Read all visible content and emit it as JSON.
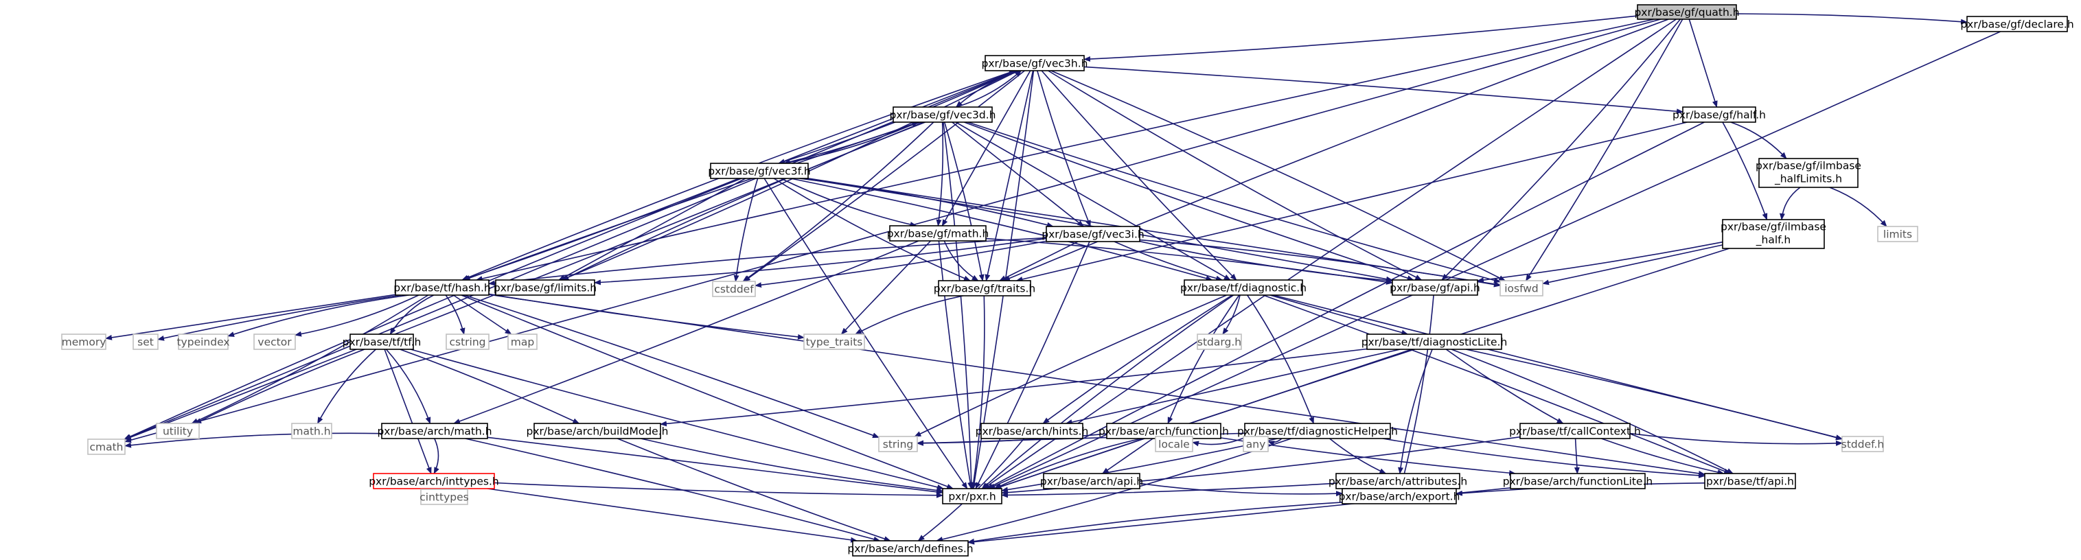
{
  "graph": {
    "colors": {
      "edge": "#191970",
      "root_fill": "#bfbfbf",
      "ext_border": "#c0c0c0",
      "red_border": "#ff0000"
    },
    "nodes": [
      {
        "id": "quath",
        "label": "pxr/base/gf/quath.h",
        "kind": "root"
      },
      {
        "id": "vec3h",
        "label": "pxr/base/gf/vec3h.h",
        "kind": "file"
      },
      {
        "id": "declare",
        "label": "pxr/base/gf/declare.h",
        "kind": "file"
      },
      {
        "id": "vec3d",
        "label": "pxr/base/gf/vec3d.h",
        "kind": "file"
      },
      {
        "id": "half",
        "label": "pxr/base/gf/half.h",
        "kind": "file"
      },
      {
        "id": "vec3f",
        "label": "pxr/base/gf/vec3f.h",
        "kind": "file"
      },
      {
        "id": "ilmlimits",
        "label": [
          "pxr/base/gf/ilmbase",
          "_halfLimits.h"
        ],
        "kind": "file"
      },
      {
        "id": "gfmath",
        "label": "pxr/base/gf/math.h",
        "kind": "file"
      },
      {
        "id": "vec3i",
        "label": "pxr/base/gf/vec3i.h",
        "kind": "file"
      },
      {
        "id": "ilmhalf",
        "label": [
          "pxr/base/gf/ilmbase",
          "_half.h"
        ],
        "kind": "file"
      },
      {
        "id": "limits",
        "label": "limits",
        "kind": "ext"
      },
      {
        "id": "tfhash",
        "label": "pxr/base/tf/hash.h",
        "kind": "file"
      },
      {
        "id": "gflimits",
        "label": "pxr/base/gf/limits.h",
        "kind": "file"
      },
      {
        "id": "cstddef",
        "label": "cstddef",
        "kind": "ext"
      },
      {
        "id": "traits",
        "label": "pxr/base/gf/traits.h",
        "kind": "file"
      },
      {
        "id": "diagnostic",
        "label": "pxr/base/tf/diagnostic.h",
        "kind": "file"
      },
      {
        "id": "gfapi",
        "label": "pxr/base/gf/api.h",
        "kind": "file"
      },
      {
        "id": "iosfwd",
        "label": "iosfwd",
        "kind": "ext"
      },
      {
        "id": "memory",
        "label": "memory",
        "kind": "ext"
      },
      {
        "id": "set",
        "label": "set",
        "kind": "ext"
      },
      {
        "id": "typeindex",
        "label": "typeindex",
        "kind": "ext"
      },
      {
        "id": "vector",
        "label": "vector",
        "kind": "ext"
      },
      {
        "id": "cstring",
        "label": "cstring",
        "kind": "ext"
      },
      {
        "id": "map",
        "label": "map",
        "kind": "ext"
      },
      {
        "id": "type_traits",
        "label": "type_traits",
        "kind": "ext"
      },
      {
        "id": "stdarg",
        "label": "stdarg.h",
        "kind": "ext"
      },
      {
        "id": "diaglite",
        "label": "pxr/base/tf/diagnosticLite.h",
        "kind": "file"
      },
      {
        "id": "tftf",
        "label": "pxr/base/tf/tf.h",
        "kind": "file"
      },
      {
        "id": "utility",
        "label": "utility",
        "kind": "ext"
      },
      {
        "id": "mathh",
        "label": "math.h",
        "kind": "ext"
      },
      {
        "id": "archmath",
        "label": "pxr/base/arch/math.h",
        "kind": "file"
      },
      {
        "id": "buildmode",
        "label": "pxr/base/arch/buildMode.h",
        "kind": "file"
      },
      {
        "id": "hints",
        "label": "pxr/base/arch/hints.h",
        "kind": "file"
      },
      {
        "id": "archfunction",
        "label": "pxr/base/arch/function.h",
        "kind": "file"
      },
      {
        "id": "diaghelper",
        "label": "pxr/base/tf/diagnosticHelper.h",
        "kind": "file"
      },
      {
        "id": "callcontext",
        "label": "pxr/base/tf/callContext.h",
        "kind": "file"
      },
      {
        "id": "cmath",
        "label": "cmath",
        "kind": "ext"
      },
      {
        "id": "inttypes",
        "label": "pxr/base/arch/inttypes.h",
        "kind": "red"
      },
      {
        "id": "string",
        "label": "string",
        "kind": "ext"
      },
      {
        "id": "locale",
        "label": "locale",
        "kind": "ext"
      },
      {
        "id": "any",
        "label": "any",
        "kind": "ext"
      },
      {
        "id": "archapi",
        "label": "pxr/base/arch/api.h",
        "kind": "file"
      },
      {
        "id": "attributes",
        "label": "pxr/base/arch/attributes.h",
        "kind": "file"
      },
      {
        "id": "functionlite",
        "label": "pxr/base/arch/functionLite.h",
        "kind": "file"
      },
      {
        "id": "tfapi",
        "label": "pxr/base/tf/api.h",
        "kind": "file"
      },
      {
        "id": "stddef",
        "label": "stddef.h",
        "kind": "ext"
      },
      {
        "id": "cinttypes",
        "label": "cinttypes",
        "kind": "ext"
      },
      {
        "id": "pxr",
        "label": "pxr/pxr.h",
        "kind": "file"
      },
      {
        "id": "archexport",
        "label": "pxr/base/arch/export.h",
        "kind": "file"
      },
      {
        "id": "defines",
        "label": "pxr/base/arch/defines.h",
        "kind": "file"
      }
    ],
    "edges": [
      [
        "quath",
        "vec3h"
      ],
      [
        "quath",
        "declare"
      ],
      [
        "quath",
        "half"
      ],
      [
        "quath",
        "tfhash"
      ],
      [
        "quath",
        "traits"
      ],
      [
        "quath",
        "gfapi"
      ],
      [
        "quath",
        "iosfwd"
      ],
      [
        "quath",
        "cmath"
      ],
      [
        "quath",
        "pxr"
      ],
      [
        "vec3h",
        "vec3d"
      ],
      [
        "vec3h",
        "vec3f"
      ],
      [
        "vec3h",
        "half"
      ],
      [
        "vec3h",
        "gfmath"
      ],
      [
        "vec3h",
        "vec3i"
      ],
      [
        "vec3h",
        "tfhash"
      ],
      [
        "vec3h",
        "gflimits"
      ],
      [
        "vec3h",
        "cstddef"
      ],
      [
        "vec3h",
        "traits"
      ],
      [
        "vec3h",
        "diagnostic"
      ],
      [
        "vec3h",
        "gfapi"
      ],
      [
        "vec3h",
        "iosfwd"
      ],
      [
        "vec3h",
        "pxr"
      ],
      [
        "vec3h",
        "cmath"
      ],
      [
        "declare",
        "pxr"
      ],
      [
        "vec3d",
        "vec3h"
      ],
      [
        "vec3d",
        "vec3f"
      ],
      [
        "vec3d",
        "gfmath"
      ],
      [
        "vec3d",
        "vec3i"
      ],
      [
        "vec3d",
        "tfhash"
      ],
      [
        "vec3d",
        "gflimits"
      ],
      [
        "vec3d",
        "cstddef"
      ],
      [
        "vec3d",
        "traits"
      ],
      [
        "vec3d",
        "diagnostic"
      ],
      [
        "vec3d",
        "gfapi"
      ],
      [
        "vec3d",
        "iosfwd"
      ],
      [
        "vec3d",
        "pxr"
      ],
      [
        "vec3d",
        "cmath"
      ],
      [
        "vec3f",
        "vec3h"
      ],
      [
        "vec3f",
        "vec3d"
      ],
      [
        "vec3f",
        "gfmath"
      ],
      [
        "vec3f",
        "vec3i"
      ],
      [
        "vec3f",
        "tfhash"
      ],
      [
        "vec3f",
        "gflimits"
      ],
      [
        "vec3f",
        "cstddef"
      ],
      [
        "vec3f",
        "traits"
      ],
      [
        "vec3f",
        "diagnostic"
      ],
      [
        "vec3f",
        "gfapi"
      ],
      [
        "vec3f",
        "iosfwd"
      ],
      [
        "vec3f",
        "pxr"
      ],
      [
        "vec3f",
        "cmath"
      ],
      [
        "half",
        "ilmlimits"
      ],
      [
        "half",
        "ilmhalf"
      ],
      [
        "half",
        "traits"
      ],
      [
        "half",
        "pxr"
      ],
      [
        "ilmlimits",
        "ilmhalf"
      ],
      [
        "ilmlimits",
        "limits"
      ],
      [
        "ilmhalf",
        "gfapi"
      ],
      [
        "ilmhalf",
        "iosfwd"
      ],
      [
        "ilmhalf",
        "pxr"
      ],
      [
        "gfmath",
        "traits"
      ],
      [
        "gfmath",
        "gfapi"
      ],
      [
        "gfmath",
        "archmath"
      ],
      [
        "gfmath",
        "type_traits"
      ],
      [
        "gfmath",
        "pxr"
      ],
      [
        "vec3i",
        "tfhash"
      ],
      [
        "vec3i",
        "gflimits"
      ],
      [
        "vec3i",
        "cstddef"
      ],
      [
        "vec3i",
        "traits"
      ],
      [
        "vec3i",
        "diagnostic"
      ],
      [
        "vec3i",
        "gfapi"
      ],
      [
        "vec3i",
        "iosfwd"
      ],
      [
        "vec3i",
        "pxr"
      ],
      [
        "tfhash",
        "memory"
      ],
      [
        "tfhash",
        "set"
      ],
      [
        "tfhash",
        "typeindex"
      ],
      [
        "tfhash",
        "vector"
      ],
      [
        "tfhash",
        "cstring"
      ],
      [
        "tfhash",
        "map"
      ],
      [
        "tfhash",
        "type_traits"
      ],
      [
        "tfhash",
        "tftf"
      ],
      [
        "tfhash",
        "utility"
      ],
      [
        "tfhash",
        "string"
      ],
      [
        "tfhash",
        "tfapi"
      ],
      [
        "tfhash",
        "pxr"
      ],
      [
        "traits",
        "type_traits"
      ],
      [
        "traits",
        "pxr"
      ],
      [
        "diagnostic",
        "stdarg"
      ],
      [
        "diagnostic",
        "diaglite"
      ],
      [
        "diagnostic",
        "hints"
      ],
      [
        "diagnostic",
        "archfunction"
      ],
      [
        "diagnostic",
        "diaghelper"
      ],
      [
        "diagnostic",
        "tfapi"
      ],
      [
        "diagnostic",
        "stddef"
      ],
      [
        "diagnostic",
        "string"
      ],
      [
        "diagnostic",
        "pxr"
      ],
      [
        "gfapi",
        "archexport"
      ],
      [
        "diaglite",
        "buildmode"
      ],
      [
        "diaglite",
        "hints"
      ],
      [
        "diaglite",
        "callcontext"
      ],
      [
        "diaglite",
        "attributes"
      ],
      [
        "diaglite",
        "tfapi"
      ],
      [
        "diaglite",
        "stddef"
      ],
      [
        "diaglite",
        "pxr"
      ],
      [
        "tftf",
        "utility"
      ],
      [
        "tftf",
        "mathh"
      ],
      [
        "tftf",
        "archmath"
      ],
      [
        "tftf",
        "buildmode"
      ],
      [
        "tftf",
        "inttypes"
      ],
      [
        "tftf",
        "pxr"
      ],
      [
        "archmath",
        "cmath"
      ],
      [
        "archmath",
        "inttypes"
      ],
      [
        "archmath",
        "defines"
      ],
      [
        "archmath",
        "pxr"
      ],
      [
        "buildmode",
        "defines"
      ],
      [
        "buildmode",
        "pxr"
      ],
      [
        "hints",
        "defines"
      ],
      [
        "archfunction",
        "string"
      ],
      [
        "archfunction",
        "archapi"
      ],
      [
        "archfunction",
        "functionlite"
      ],
      [
        "archfunction",
        "pxr"
      ],
      [
        "diaghelper",
        "locale"
      ],
      [
        "diaghelper",
        "any"
      ],
      [
        "diaghelper",
        "string"
      ],
      [
        "diaghelper",
        "attributes"
      ],
      [
        "diaghelper",
        "tfapi"
      ],
      [
        "diaghelper",
        "defines"
      ],
      [
        "diaghelper",
        "pxr"
      ],
      [
        "callcontext",
        "functionlite"
      ],
      [
        "callcontext",
        "tfapi"
      ],
      [
        "callcontext",
        "stddef"
      ],
      [
        "callcontext",
        "pxr"
      ],
      [
        "inttypes",
        "cinttypes"
      ],
      [
        "inttypes",
        "defines"
      ],
      [
        "inttypes",
        "pxr"
      ],
      [
        "archapi",
        "archexport"
      ],
      [
        "attributes",
        "archexport"
      ],
      [
        "attributes",
        "pxr"
      ],
      [
        "functionlite",
        "defines"
      ],
      [
        "tfapi",
        "archexport"
      ],
      [
        "archexport",
        "defines"
      ]
    ]
  }
}
